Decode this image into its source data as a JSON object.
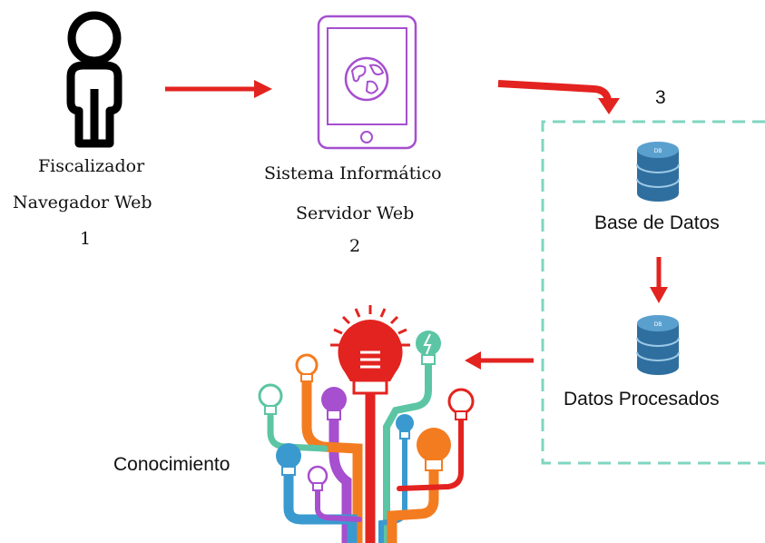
{
  "actors": {
    "user": {
      "line1": "Fiscalizador",
      "line2": "Navegador Web",
      "step": "1",
      "icon": "person-icon"
    },
    "server": {
      "line1": "Sistema Informático",
      "line2": "Servidor Web",
      "step": "2",
      "icon": "tablet-globe-icon"
    }
  },
  "data_block": {
    "step": "3",
    "db1": {
      "label": "Base de Datos",
      "icon_text": "DB",
      "icon": "database-icon"
    },
    "db2": {
      "label": "Datos Procesados",
      "icon_text": "DB",
      "icon": "database-icon"
    }
  },
  "knowledge": {
    "label": "Conocimiento",
    "icon": "lightbulb-tree-icon"
  },
  "colors": {
    "arrow": "#e3231f",
    "device": "#a64fcf",
    "dashed_border": "#7fd5c0",
    "db_blue": "#2f6f9f"
  }
}
